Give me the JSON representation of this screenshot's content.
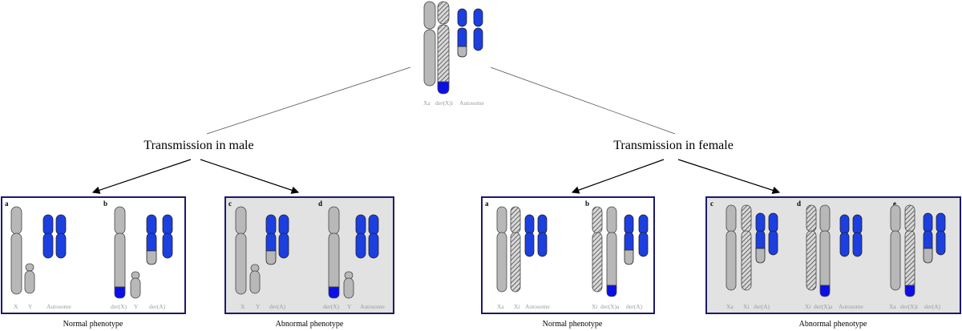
{
  "top": {
    "labels": [
      "Xa",
      "der(X)i",
      "Autosome"
    ]
  },
  "branches": {
    "male": "Transmission in male",
    "female": "Transmission in female"
  },
  "captions": {
    "male_normal": "Normal phenotype",
    "male_abnormal": "Abnormal phenotype",
    "female_normal": "Normal phenotype",
    "female_abnormal": "Abnormal phenotype"
  },
  "panel_letters": {
    "male_a": "a",
    "male_b": "b",
    "male_c": "c",
    "male_d": "d",
    "female_a": "a",
    "female_b": "b",
    "female_c": "c",
    "female_d": "d",
    "female_e": "e"
  },
  "panel_labels": {
    "male_a": [
      "X",
      "Y",
      "Autosome"
    ],
    "male_b": [
      "der(X)",
      "Y",
      "der(A)"
    ],
    "male_c": [
      "X",
      "Y",
      "der(A)"
    ],
    "male_d": [
      "der(X)",
      "Y",
      "Autosome"
    ],
    "female_a": [
      "Xa",
      "Xi",
      "Autosome"
    ],
    "female_b": [
      "Xi",
      "der(X)a",
      "der(A)"
    ],
    "female_c": [
      "Xa",
      "Xi",
      "der(A)"
    ],
    "female_d": [
      "Xi",
      "der(X)a",
      "Autosome"
    ],
    "female_e": [
      "Xa",
      "der(X)i",
      "der(A)"
    ]
  },
  "colors": {
    "autosome_blue": "#1c3fe0",
    "chromosome_grey": "#b8b8b8",
    "panel_border": "#1a1a6e",
    "abnormal_panel_bg": "#e2e2e2"
  }
}
